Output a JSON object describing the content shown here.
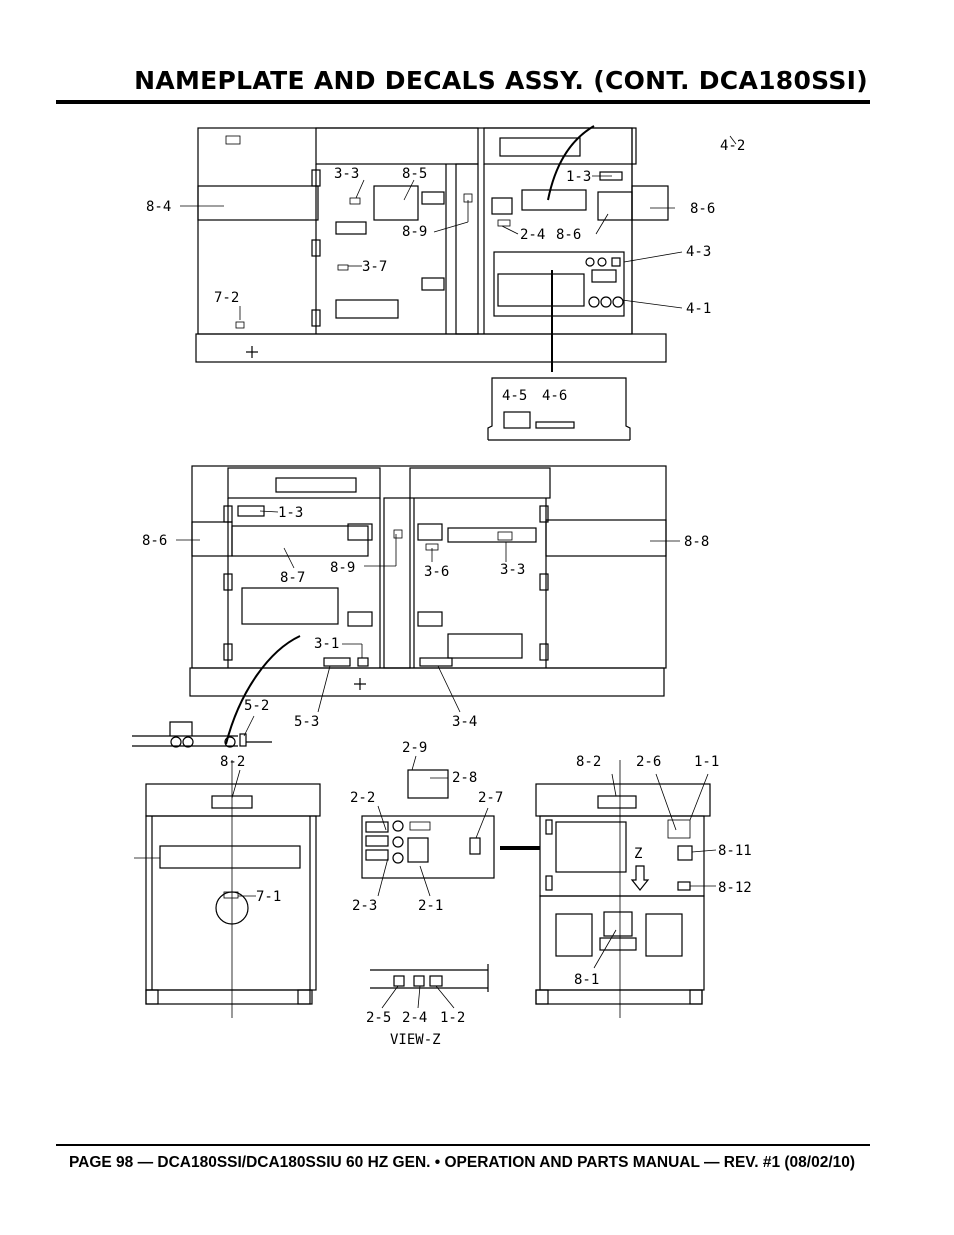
{
  "header": {
    "title": "NAMEPLATE AND DECALS ASSY. (CONT. DCA180SSI)"
  },
  "footer": {
    "text": "PAGE 98 — DCA180SSI/DCA180SSIU 60 HZ GEN. • OPERATION AND PARTS MANUAL — REV. #1 (08/02/10)"
  },
  "callouts": {
    "top_4_2": "4-2",
    "top_3_3": "3-3",
    "top_8_5": "8-5",
    "top_1_3": "1-3",
    "top_8_4": "8-4",
    "top_8_6a": "8-6",
    "top_8_9": "8-9",
    "top_2_4": "2-4",
    "top_8_6b": "8-6",
    "top_4_3": "4-3",
    "top_3_7": "3-7",
    "top_7_2": "7-2",
    "top_4_1": "4-1",
    "top_4_5": "4-5",
    "top_4_6": "4-6",
    "mid_1_3": "1-3",
    "mid_8_6": "8-6",
    "mid_8_8": "8-8",
    "mid_8_9": "8-9",
    "mid_3_6": "3-6",
    "mid_3_3": "3-3",
    "mid_8_7": "8-7",
    "mid_3_1": "3-1",
    "mid_5_2": "5-2",
    "mid_5_3": "5-3",
    "mid_3_4": "3-4",
    "bl_8_2": "8-2",
    "bl_7_1": "7-1",
    "c_2_9": "2-9",
    "c_2_8": "2-8",
    "c_2_2": "2-2",
    "c_2_7": "2-7",
    "c_2_3": "2-3",
    "c_2_1": "2-1",
    "br_8_2": "8-2",
    "br_2_6": "2-6",
    "br_1_1": "1-1",
    "br_8_11": "8-11",
    "br_z": "Z",
    "br_8_12": "8-12",
    "br_8_1": "8-1",
    "vz_2_5": "2-5",
    "vz_2_4": "2-4",
    "vz_1_2": "1-2",
    "vz_title": "VIEW-Z"
  }
}
